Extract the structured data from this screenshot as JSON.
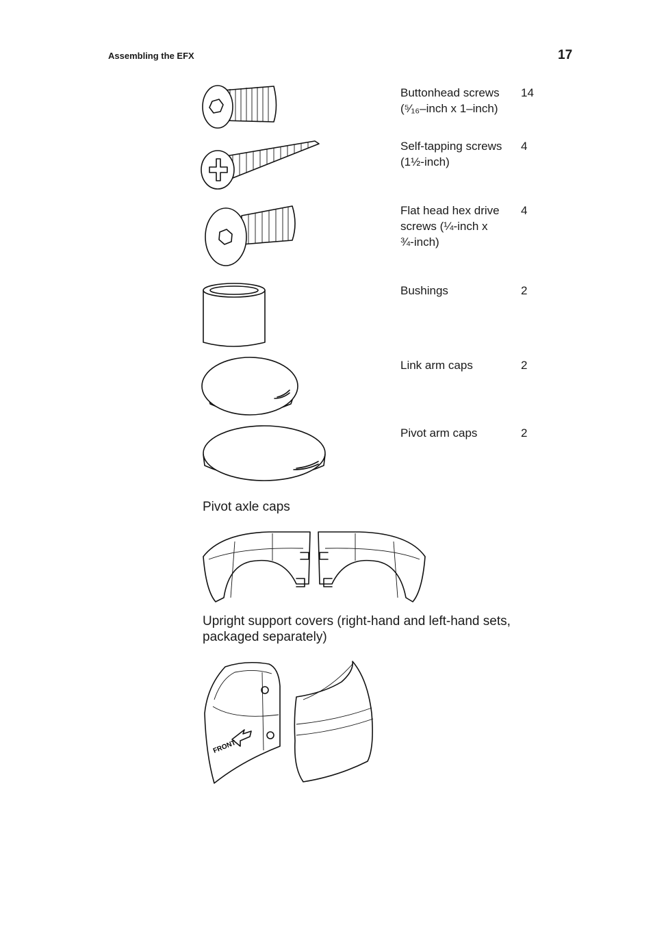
{
  "header": {
    "title": "Assembling the EFX",
    "page_number": "17"
  },
  "parts": [
    {
      "label_line1": "Buttonhead screws",
      "label_line2": "(⁵⁄₁₆–inch x 1–inch)",
      "label_line3": "",
      "qty": "14",
      "icon": "buttonhead-screw-icon"
    },
    {
      "label_line1": "Self-tapping screws",
      "label_line2": "(1½-inch)",
      "label_line3": "",
      "qty": "4",
      "icon": "self-tapping-screw-icon"
    },
    {
      "label_line1": "Flat head hex drive",
      "label_line2": "screws (¼-inch x",
      "label_line3": "¾-inch)",
      "qty": "4",
      "icon": "flat-head-hex-screw-icon"
    },
    {
      "label_line1": "Bushings",
      "label_line2": "",
      "label_line3": "",
      "qty": "2",
      "icon": "bushing-icon"
    },
    {
      "label_line1": "Link arm caps",
      "label_line2": "",
      "label_line3": "",
      "qty": "2",
      "icon": "link-arm-cap-icon"
    },
    {
      "label_line1": "Pivot arm caps",
      "label_line2": "",
      "label_line3": "",
      "qty": "2",
      "icon": "pivot-arm-cap-icon"
    }
  ],
  "captions": {
    "pivot_axle_caps": "Pivot axle caps",
    "upright_covers_line1": "Upright support covers (right-hand and left-hand sets,",
    "upright_covers_line2": "packaged separately)"
  },
  "figure_text": {
    "front_marking": "FRONT"
  }
}
